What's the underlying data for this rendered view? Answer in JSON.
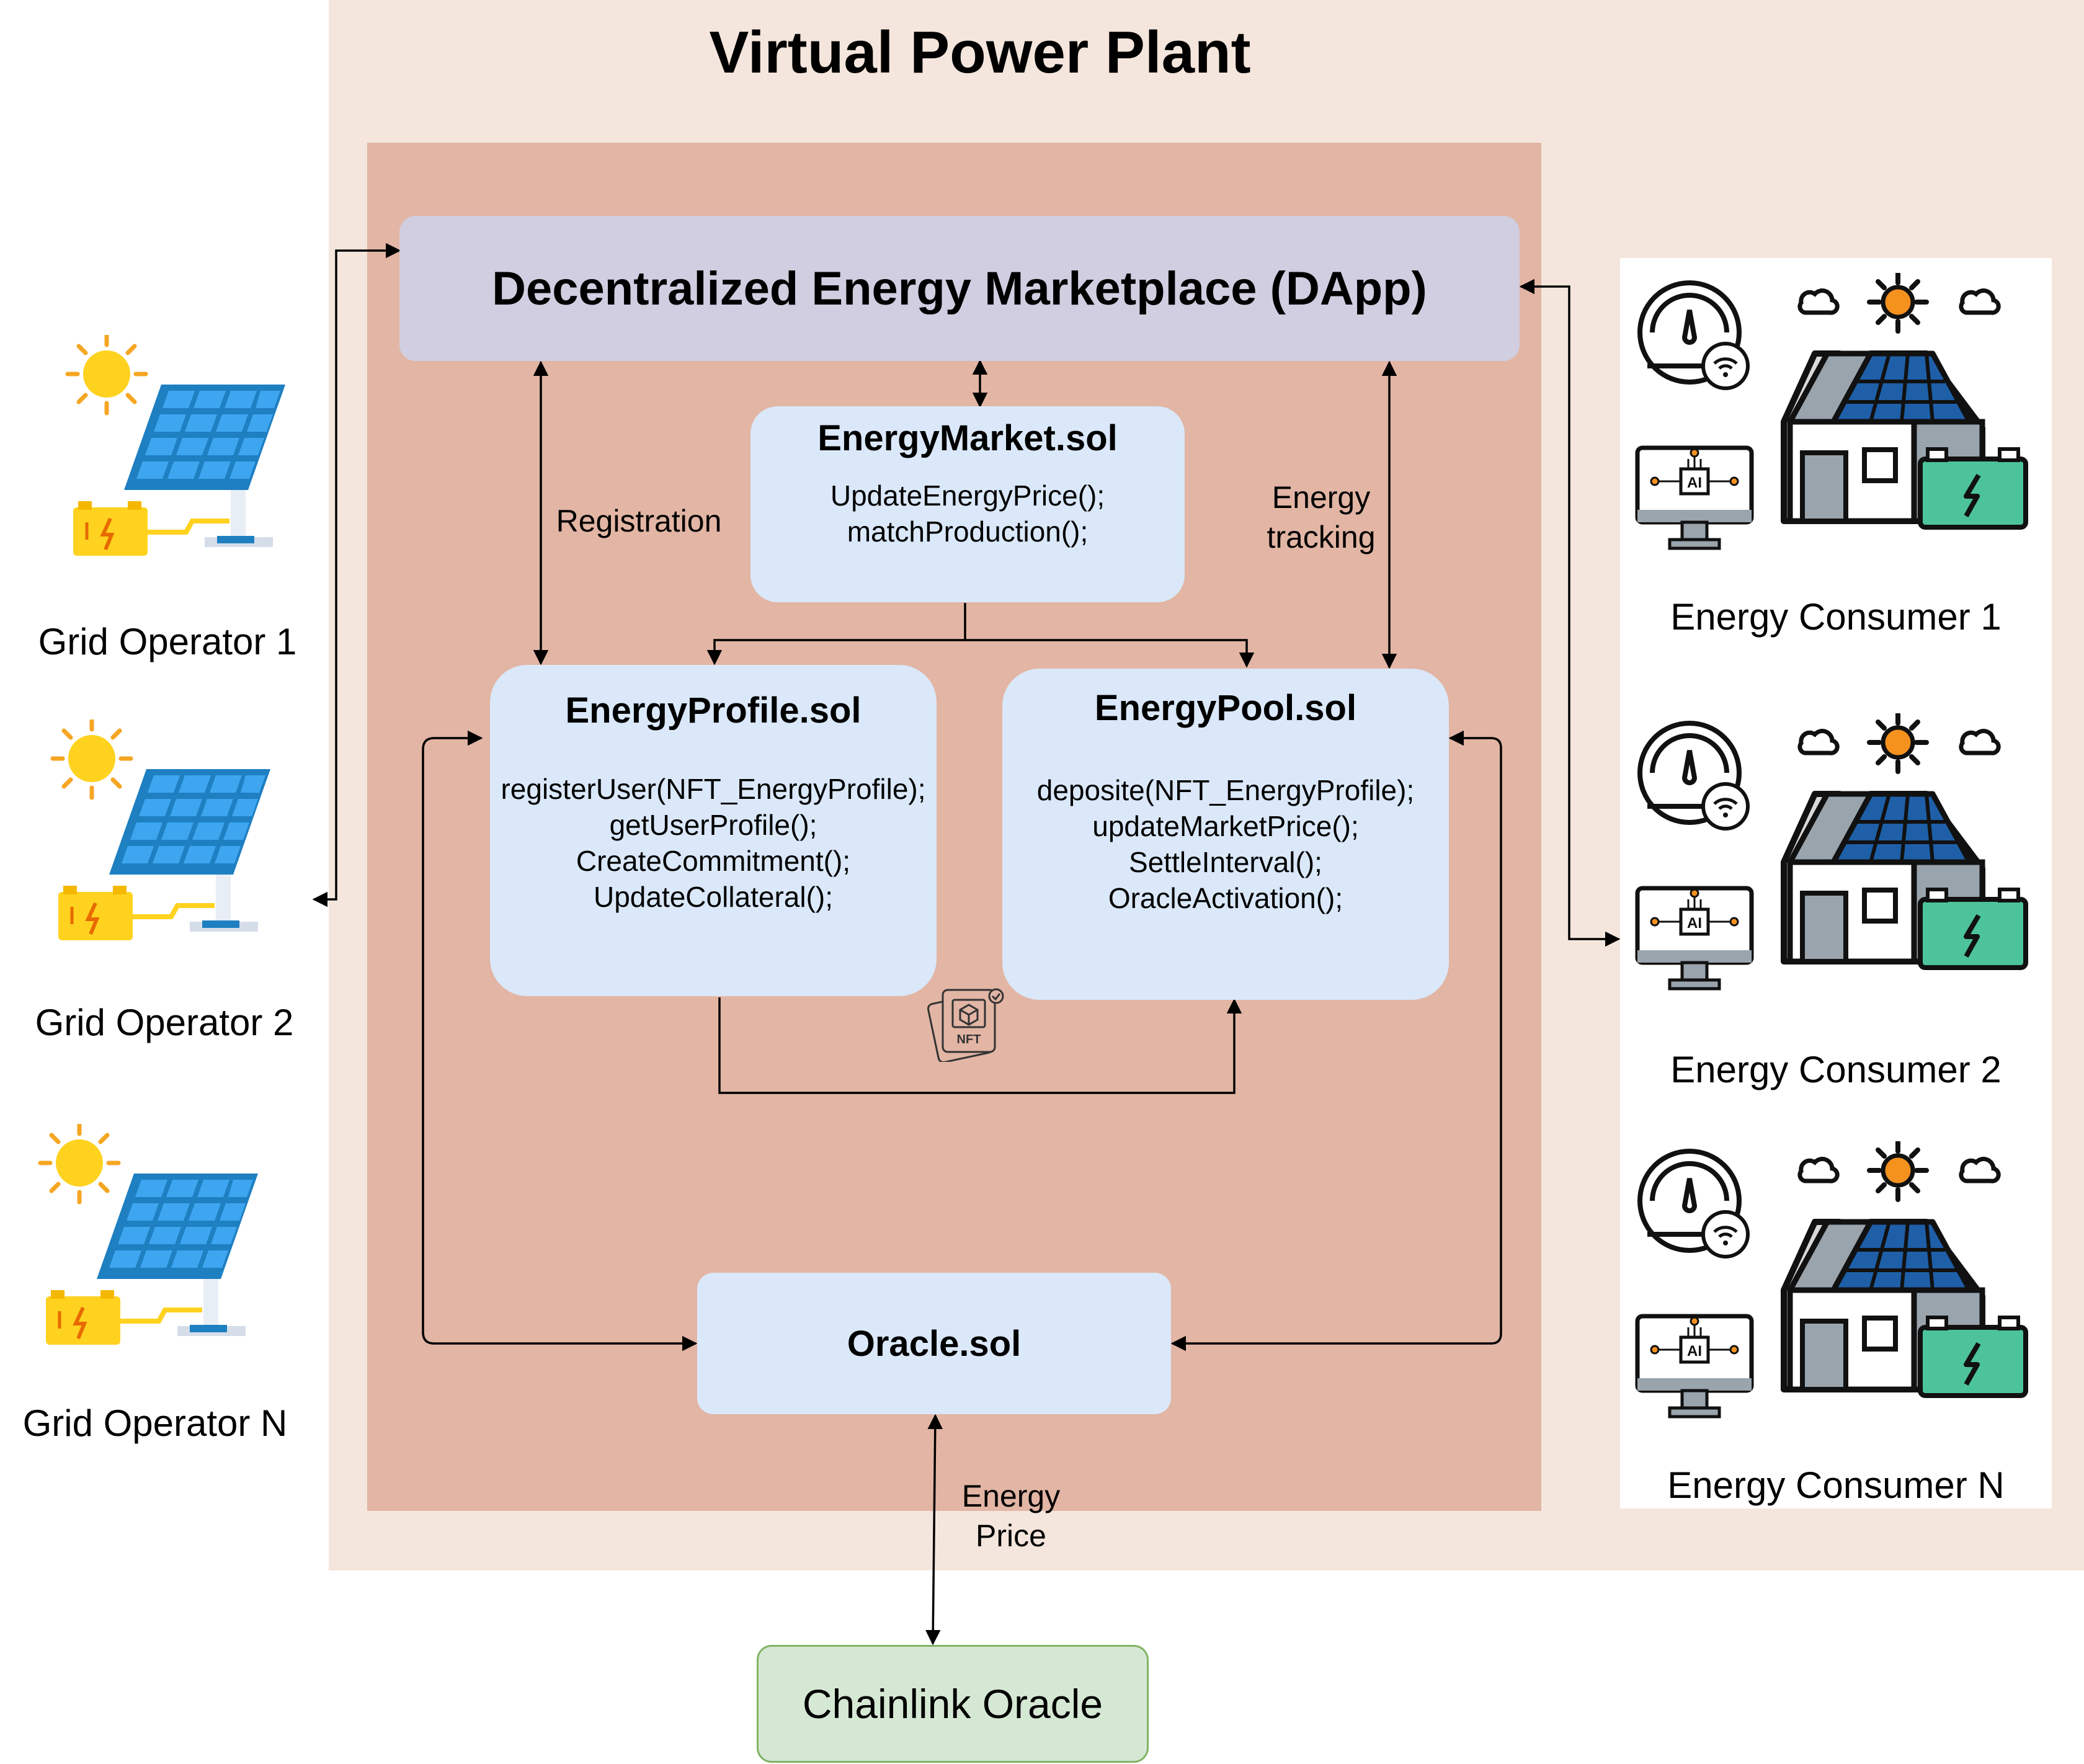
{
  "title": "Virtual Power Plant",
  "dapp": {
    "label": "Decentralized Energy Marketplace (DApp)"
  },
  "contracts": {
    "market": {
      "name": "EnergyMarket.sol",
      "functions": [
        "UpdateEnergyPrice();",
        "matchProduction();"
      ]
    },
    "profile": {
      "name": "EnergyProfile.sol",
      "functions": [
        "registerUser(NFT_EnergyProfile);",
        "getUserProfile();",
        "CreateCommitment();",
        "UpdateCollateral();"
      ]
    },
    "pool": {
      "name": "EnergyPool.sol",
      "functions": [
        "deposite(NFT_EnergyProfile);",
        "updateMarketPrice();",
        "SettleInterval();",
        "OracleActivation();"
      ]
    },
    "oracle": {
      "name": "Oracle.sol"
    }
  },
  "external_oracle": {
    "name": "Chainlink Oracle"
  },
  "edge_labels": {
    "registration": "Registration",
    "energy_tracking": [
      "Energy",
      "tracking"
    ],
    "energy_price": [
      "Energy",
      "Price"
    ]
  },
  "nft_icon_text": "NFT",
  "grid_operators": [
    "Grid Operator 1",
    "Grid Operator 2",
    "Grid Operator N"
  ],
  "consumers": [
    "Energy Consumer 1",
    "Energy Consumer 2",
    "Energy Consumer N"
  ],
  "colors": {
    "vpp_background": "#f5e6dd",
    "contracts_area": "#e2b5a4",
    "dapp_box": "#d0cee0",
    "contract_box": "#dae8f9",
    "chainlink_box": "#d5e8d4",
    "chainlink_border": "#82b366"
  }
}
